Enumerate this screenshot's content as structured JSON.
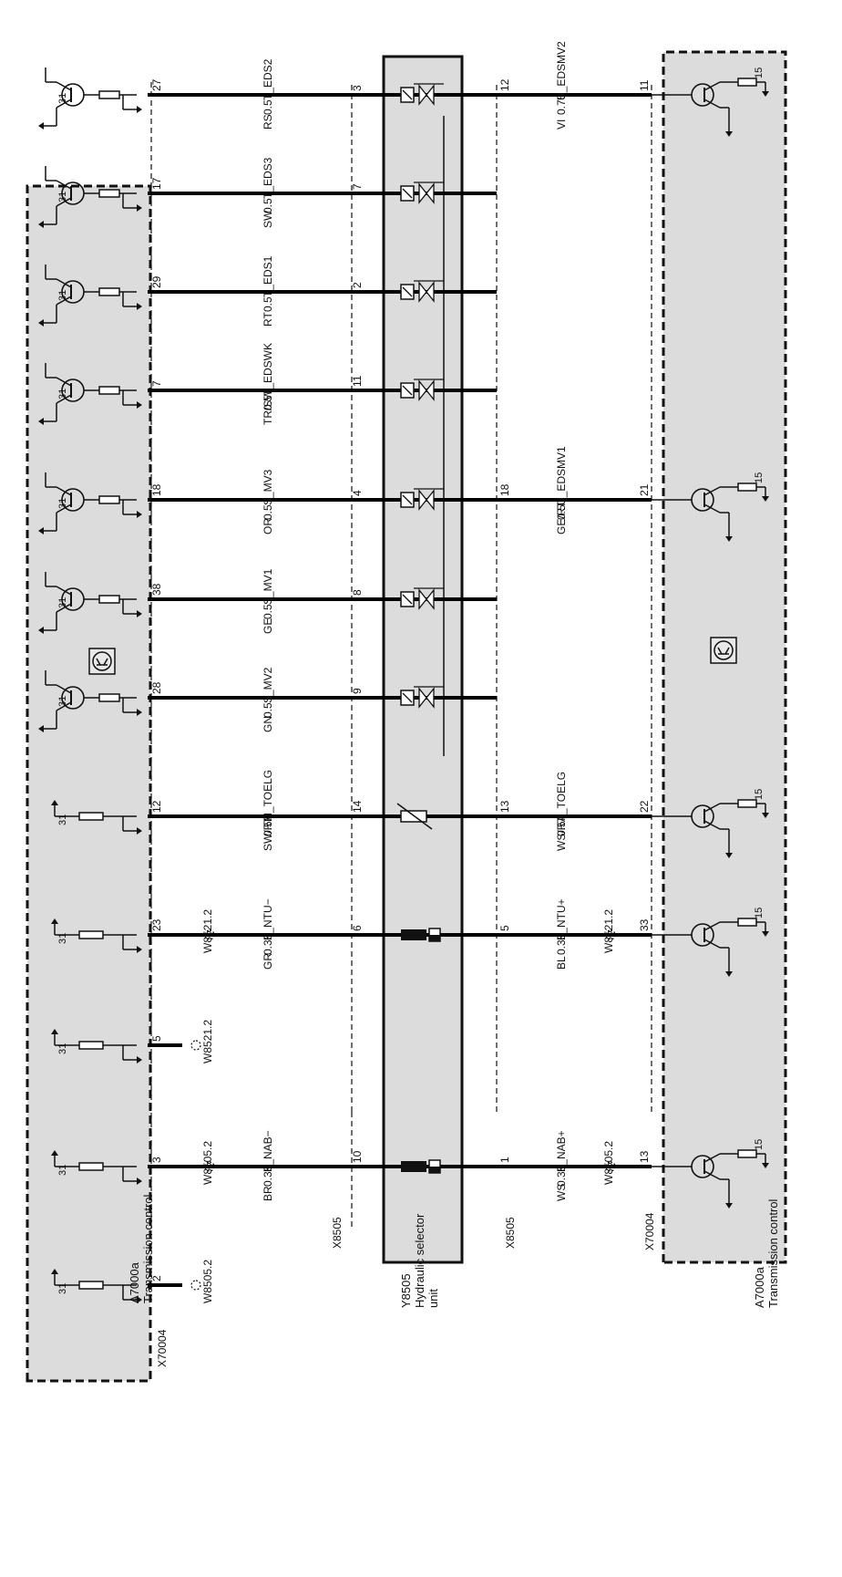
{
  "modules": {
    "left": {
      "code": "A7000a",
      "name": "Transmission control",
      "connector": "X70004",
      "ground": "31"
    },
    "right": {
      "code": "A7000a",
      "name": "Transmission control",
      "connector": "X70004",
      "supply": "15"
    },
    "center": {
      "code": "Y8505",
      "name_line1": "Hydraulic selector",
      "name_line2": "unit",
      "connector": "X8505"
    }
  },
  "circuits": [
    {
      "id": "c1",
      "left_pin": "27",
      "center_left_pin": "3",
      "signal_left": "T_EDS2",
      "size_left": "0.5",
      "color_left": "RS",
      "left_type": "transistor",
      "device": "valve",
      "right": {
        "pin": "12",
        "pin_far": "11",
        "signal": "U_EDSMV2",
        "size": "0.75",
        "color": "VI"
      }
    },
    {
      "id": "c2",
      "left_pin": "17",
      "center_left_pin": "7",
      "signal_left": "T_EDS3",
      "size_left": "0.5",
      "color_left": "SW",
      "left_type": "transistor",
      "device": "valve"
    },
    {
      "id": "c3",
      "left_pin": "29",
      "center_left_pin": "2",
      "signal_left": "T_EDS1",
      "size_left": "0.5",
      "color_left": "RT",
      "left_type": "transistor",
      "device": "valve"
    },
    {
      "id": "c4",
      "left_pin": "7",
      "center_left_pin": "11",
      "signal_left": "T_EDSWK",
      "size_left": "0.5",
      "color_left": "TR/SW",
      "left_type": "transistor",
      "device": "valve"
    },
    {
      "id": "c5",
      "left_pin": "18",
      "center_left_pin": "4",
      "signal_left": "S_MV3",
      "size_left": "0.5",
      "color_left": "OR",
      "left_type": "transistor",
      "device": "valve",
      "right": {
        "pin": "18",
        "pin_far": "21",
        "signal": "U_EDSMV1",
        "size": "0.5",
        "color": "GE/RT"
      }
    },
    {
      "id": "c6",
      "left_pin": "38",
      "center_left_pin": "8",
      "signal_left": "S_MV1",
      "size_left": "0.5",
      "color_left": "GE",
      "left_type": "transistor",
      "device": "valve"
    },
    {
      "id": "c7",
      "left_pin": "28",
      "center_left_pin": "9",
      "signal_left": "S_MV2",
      "size_left": "0.5",
      "color_left": "GN",
      "left_type": "transistor",
      "device": "valve"
    },
    {
      "id": "c8",
      "left_pin": "12",
      "center_left_pin": "14",
      "signal_left": "M_TOELG",
      "size_left": "0.5",
      "color_left": "SW/RT",
      "left_type": "ground",
      "device": "sensor",
      "right": {
        "pin": "13",
        "pin_far": "22",
        "signal": "A_TOELG",
        "size": "0.5",
        "color": "WS/RT"
      }
    },
    {
      "id": "c9",
      "left_pin": "23",
      "center_left_pin": "6",
      "signal_left": "F_NTU−",
      "size_left": "0.35",
      "color_left": "GR",
      "left_type": "ground",
      "device": "hall",
      "splice_left": "W8521.2",
      "right": {
        "pin": "5",
        "pin_far": "33",
        "signal": "F_NTU+",
        "size": "0.35",
        "color": "BL",
        "splice": "W8521.2"
      }
    },
    {
      "id": "c10",
      "left_pin": "5",
      "left_type": "ground",
      "device": "none",
      "splice_left": "W8521.2"
    },
    {
      "id": "c11",
      "left_pin": "3",
      "center_left_pin": "10",
      "signal_left": "F_NAB−",
      "size_left": "0.35",
      "color_left": "BR",
      "left_type": "ground",
      "device": "hall",
      "splice_left": "W8505.2",
      "right": {
        "pin": "1",
        "pin_far": "13",
        "signal": "F_NAB+",
        "size": "0.35",
        "color": "WS",
        "splice": "W8505.2"
      }
    },
    {
      "id": "c12",
      "left_pin": "2",
      "left_type": "ground",
      "device": "none",
      "splice_left": "W8505.2"
    }
  ],
  "colors": {
    "module_fill": "#dcdcdc",
    "wire": "#000000",
    "line": "#111111",
    "background": "#ffffff"
  }
}
